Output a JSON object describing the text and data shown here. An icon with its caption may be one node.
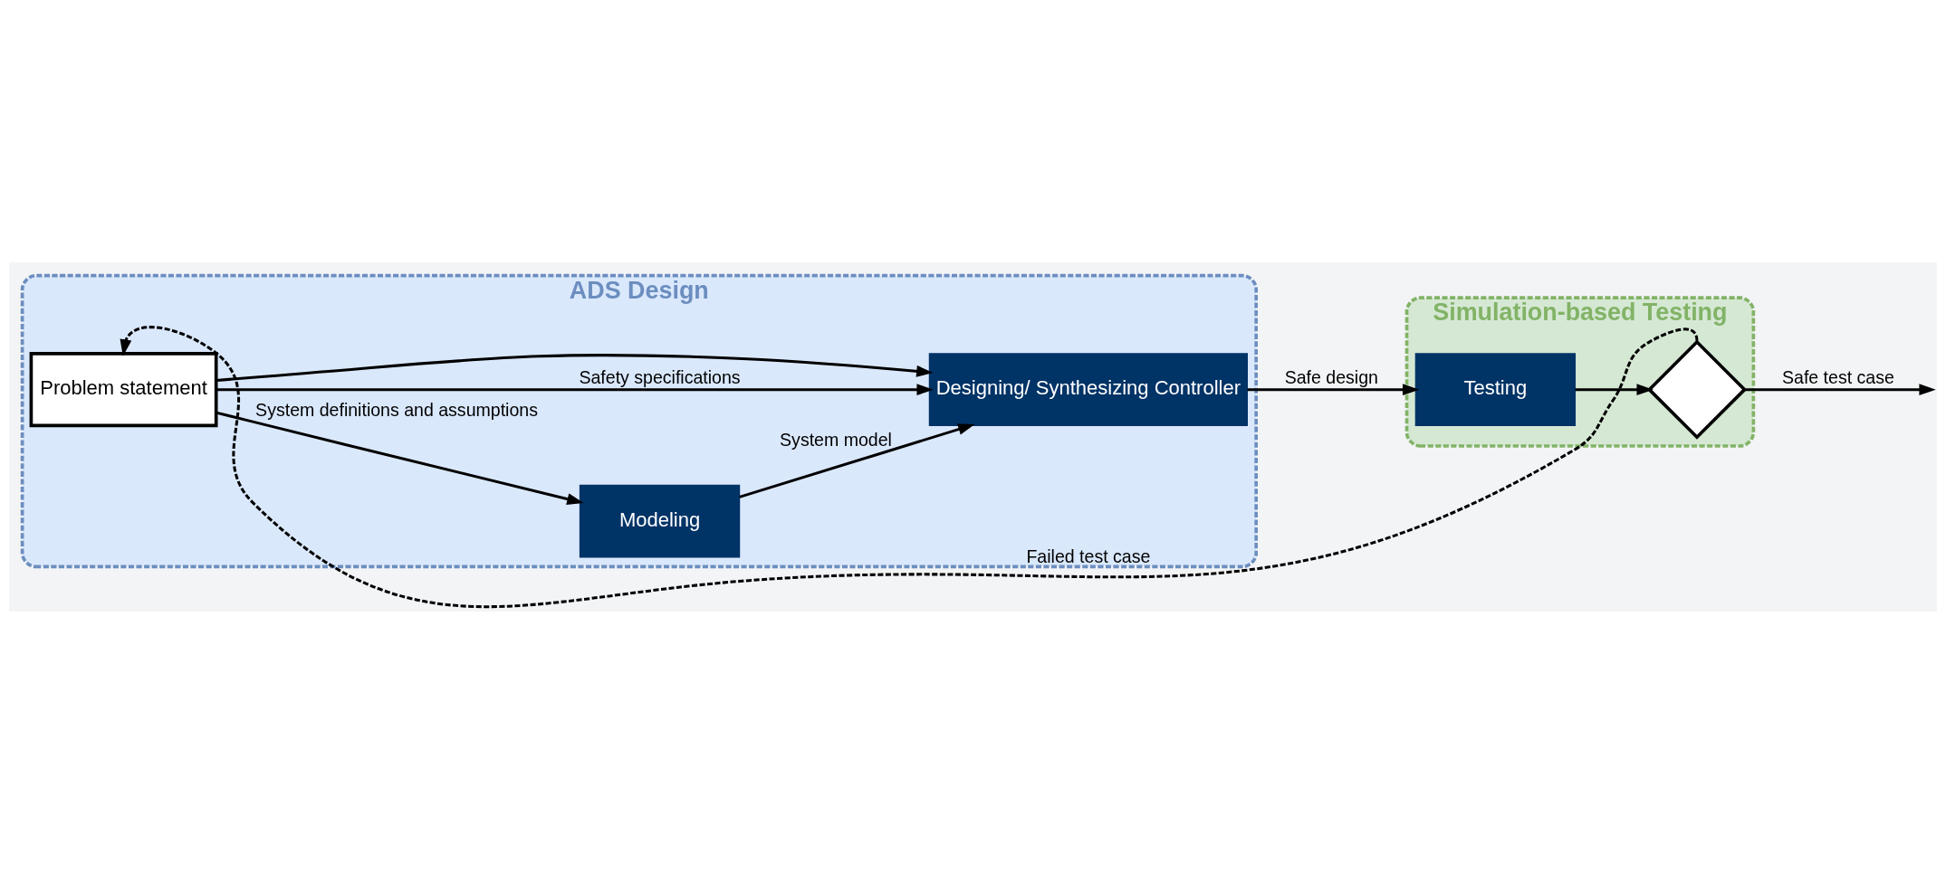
{
  "diagram": {
    "nodes": [
      {
        "text": [
          "ADS Design"
        ]
      },
      {
        "text": [
          "Simulation-based Testing"
        ]
      },
      {
        "text": [
          "Problem statement"
        ],
        "in": 0
      },
      {
        "text": [
          "Modeling"
        ],
        "in": 0
      },
      {
        "text": [
          "Designing/ Synthesizing Controller"
        ],
        "in": 0
      },
      {
        "text": [
          "Testing"
        ],
        "in": 1
      },
      {
        "text": [],
        "shape": "diamond",
        "in": 1
      }
    ],
    "edges": [
      {
        "from": 2,
        "to": 4,
        "arrow": "to",
        "label": "Safety specifications"
      },
      {
        "from": 2,
        "to": 3,
        "arrow": "to",
        "label": "System definitions and assumptions"
      },
      {
        "from": 2,
        "to": 4,
        "arrow": "to"
      },
      {
        "from": 3,
        "to": 4,
        "arrow": "to",
        "label": "System model"
      },
      {
        "from": 4,
        "to": 5,
        "arrow": "to",
        "label": "Safe design"
      },
      {
        "from": 5,
        "to": 6,
        "arrow": "to"
      },
      {
        "from": 6,
        "to": 2,
        "arrow": "to",
        "label": "Failed test case",
        "style": "dashed"
      },
      {
        "from": 6,
        "to": null,
        "arrow": "to",
        "label": "Safe test case"
      }
    ]
  }
}
